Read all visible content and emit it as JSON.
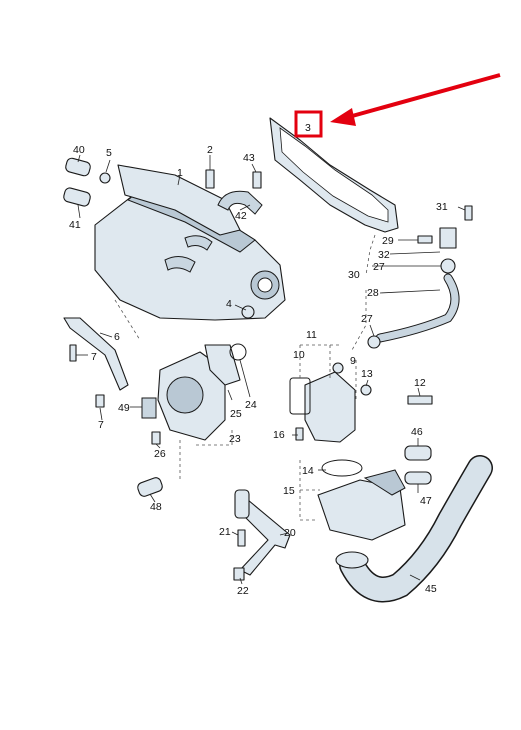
{
  "callouts": {
    "c2": "2",
    "c3": "3",
    "c4": "4",
    "c5": "5",
    "c6": "6",
    "c7a": "7",
    "c7b": "7",
    "c9": "9",
    "c10": "10",
    "c11": "11",
    "c12": "12",
    "c13": "13",
    "c14": "14",
    "c15": "15",
    "c16": "16",
    "c20": "20",
    "c21": "21",
    "c22": "22",
    "c23": "23",
    "c24": "24",
    "c25": "25",
    "c26": "26",
    "c27a": "27",
    "c27b": "27",
    "c28": "28",
    "c29": "29",
    "c30": "30",
    "c31": "31",
    "c32": "32",
    "c40": "40",
    "c41": "41",
    "c42": "42",
    "c43": "43",
    "c45": "45",
    "c46": "46",
    "c47": "47",
    "c48": "48",
    "c49": "49",
    "c1": "1"
  },
  "colors": {
    "highlight": "#e3000f",
    "line": "#1a1a1a",
    "part_fill": "#dfe8ef"
  }
}
